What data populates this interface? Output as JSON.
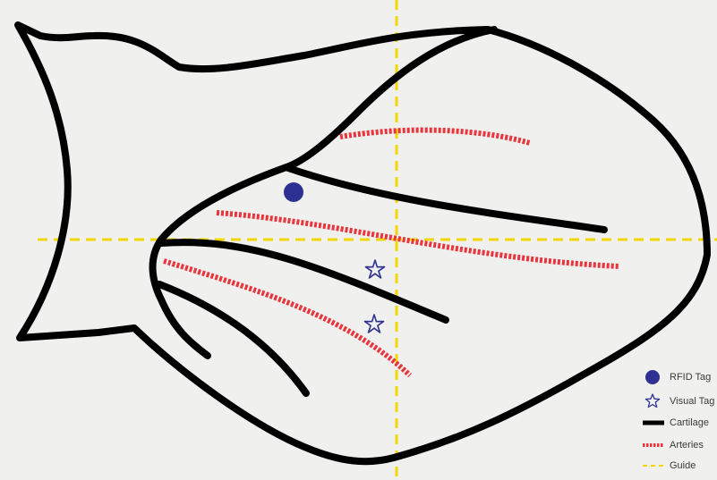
{
  "colors": {
    "background": "#f0f0ee",
    "cartilage": "#000000",
    "arteries": "#e8343c",
    "guide": "#f2d800",
    "rfid_tag": "#2e3192",
    "visual_tag": "#2e3192"
  },
  "legend": {
    "items": [
      {
        "key": "rfid",
        "label": "RFID Tag",
        "icon": "filled-circle"
      },
      {
        "key": "visual",
        "label": "Visual Tag",
        "icon": "star-outline"
      },
      {
        "key": "cartilage",
        "label": "Cartilage",
        "icon": "thick-black-line"
      },
      {
        "key": "arteries",
        "label": "Arteries",
        "icon": "red-dotted-line"
      },
      {
        "key": "guide",
        "label": "Guide",
        "icon": "yellow-dashed-line"
      }
    ]
  }
}
